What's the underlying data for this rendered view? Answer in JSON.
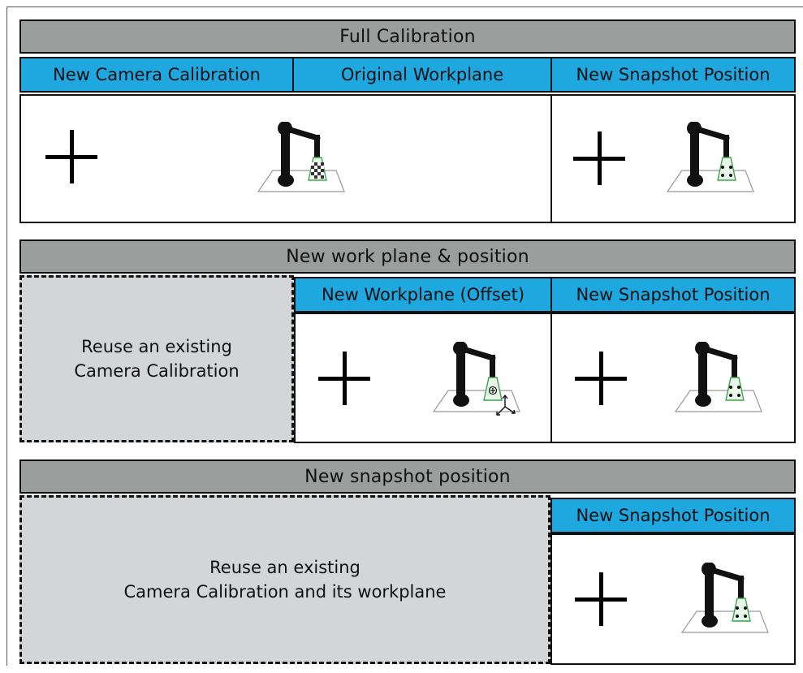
{
  "sections": {
    "full": {
      "title": "Full Calibration",
      "col1": "New Camera Calibration",
      "col2": "Original Workplane",
      "col3": "New Snapshot Position"
    },
    "plane": {
      "title": "New work plane & position",
      "reuse_line1": "Reuse an existing",
      "reuse_line2": "Camera Calibration",
      "col2": "New Workplane (Offset)",
      "col3": "New Snapshot Position"
    },
    "snapshot": {
      "title": "New snapshot position",
      "reuse_line1": "Reuse an existing",
      "reuse_line2": "Camera Calibration and its workplane",
      "col3": "New Snapshot Position"
    }
  },
  "colors": {
    "header_gray": "#9a9e9c",
    "label_blue": "#1fa7e0",
    "reuse_gray": "#d4d5d7",
    "target_green": "#3fa34d"
  },
  "icons": [
    "plus-icon",
    "robot-arm-checkerboard-icon",
    "robot-arm-workplane-offset-icon",
    "robot-arm-snapshot-icon"
  ]
}
